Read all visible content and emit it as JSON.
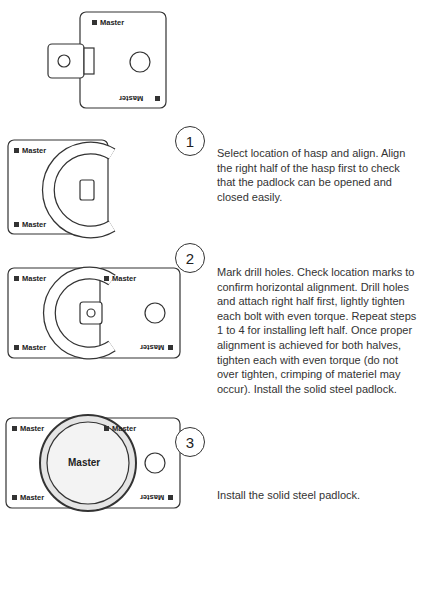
{
  "diagram": {
    "nodes": [
      {
        "text": [
          "1"
        ]
      },
      {
        "text": [
          "2"
        ]
      },
      {
        "text": [
          "3"
        ]
      }
    ],
    "labels": [
      "Master",
      "Master",
      "Select location of hasp and align. Align the right half of the hasp first to check that the padlock can be opened and closed easily.",
      "Master",
      "Master",
      "Master",
      "Master",
      "Master",
      "Master",
      "Mark drill holes. Check location marks to confirm horizontal alignment. Drill holes and attach right half first, lightly tighten each bolt with even torque. Repeat steps 1 to 4 for installing left half. Once proper alignment is achieved for both halves, tighten each with even torque (do not over tighten, crimping of materiel may occur). Install the solid steel padlock.",
      "Master",
      "Master",
      "Master",
      "Master",
      "Master",
      "Install the solid steel padlock."
    ]
  }
}
